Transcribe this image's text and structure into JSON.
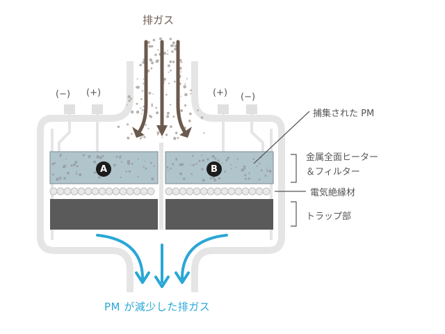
{
  "diagram": {
    "inlet_label": "排ガス",
    "outlet_label": "PM が減少した排ガス",
    "chamber_a": "A",
    "chamber_b": "B",
    "terminals": {
      "left_neg": "(−)",
      "left_pos": "(+)",
      "right_pos": "(+)",
      "right_neg": "(−)"
    },
    "callouts": {
      "captured_pm": "捕集された PM",
      "heater_filter_line1": "金属全面ヒーター",
      "heater_filter_line2": "＆フィルター",
      "insulator": "電気絶縁材",
      "trap": "トラップ部"
    },
    "colors": {
      "housing": "#e5e5e5",
      "filter": "#b0c4cc",
      "particles": "#9aa2a6",
      "exhaust_arrow": "#6b5a4e",
      "outflow_arrow": "#2aa7d6",
      "trap": "#5a5a5a",
      "insulator_ball": "#e8e8e8"
    }
  }
}
